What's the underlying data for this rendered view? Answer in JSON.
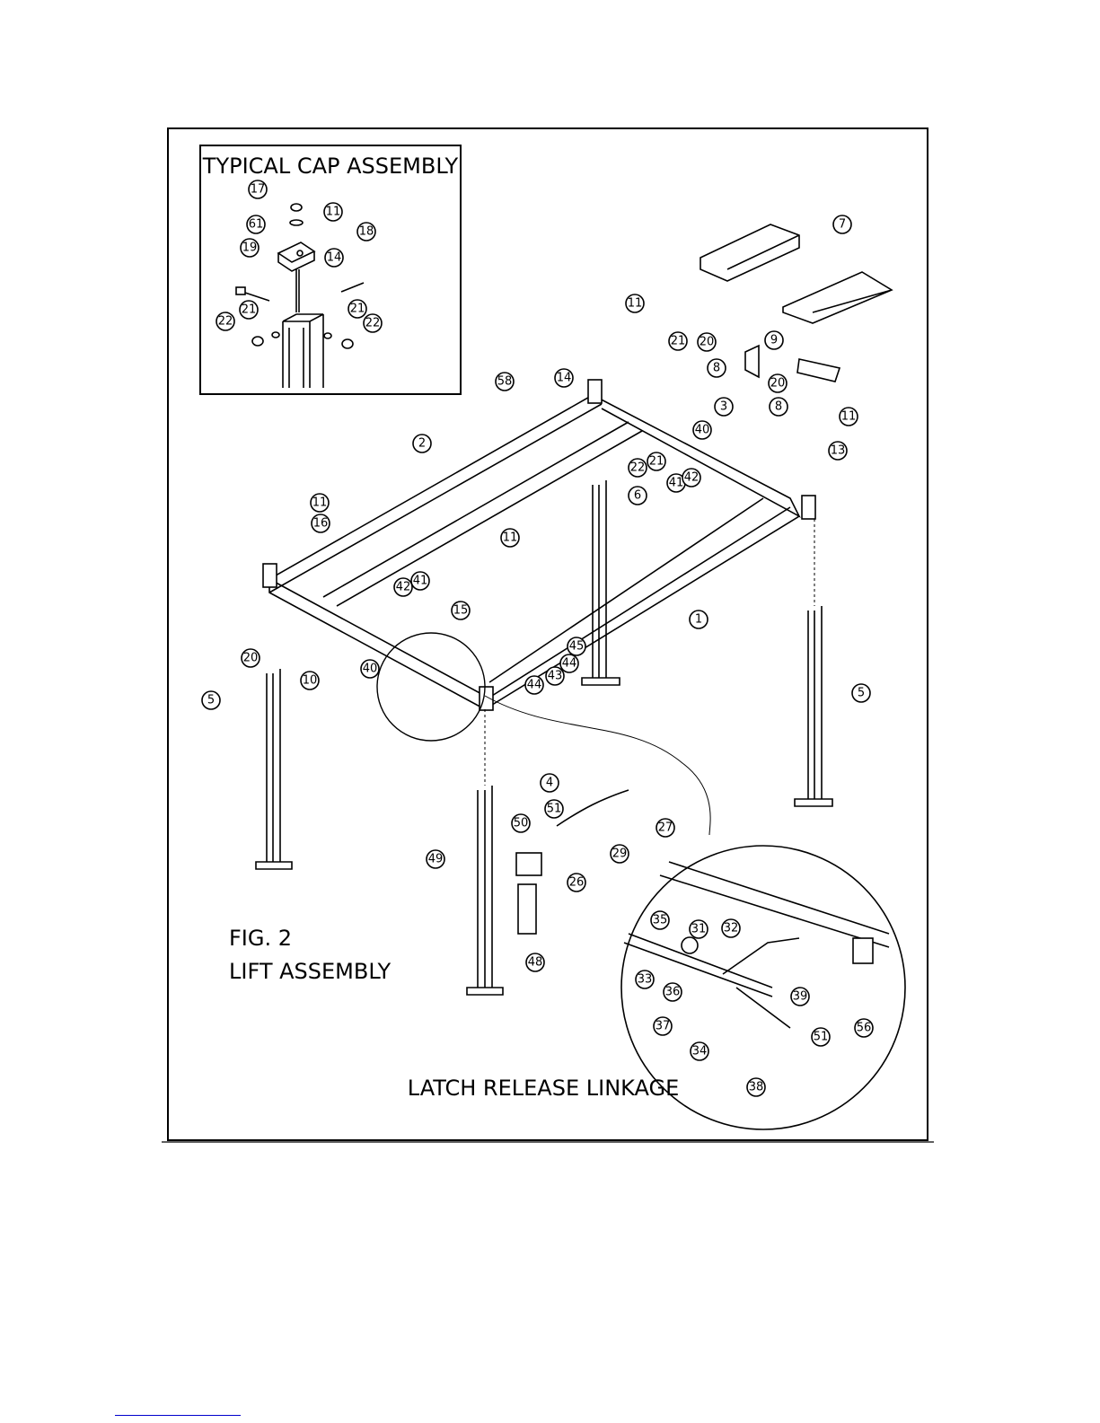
{
  "inset_title": "TYPICAL CAP ASSEMBLY",
  "fig_label": "FIG. 2",
  "fig_title": "LIFT ASSEMBLY",
  "detail_title": "LATCH RELEASE LINKAGE",
  "callouts": [
    "17",
    "61",
    "11",
    "19",
    "18",
    "14",
    "21",
    "22",
    "21",
    "22",
    "7",
    "11",
    "14",
    "21",
    "20",
    "9",
    "8",
    "58",
    "20",
    "8",
    "11",
    "3",
    "40",
    "13",
    "2",
    "22",
    "21",
    "41",
    "42",
    "6",
    "11",
    "16",
    "11",
    "15",
    "1",
    "42",
    "41",
    "10",
    "20",
    "40",
    "45",
    "44",
    "43",
    "44",
    "5",
    "5",
    "4",
    "51",
    "27",
    "50",
    "29",
    "49",
    "26",
    "48",
    "35",
    "31",
    "32",
    "33",
    "36",
    "39",
    "37",
    "34",
    "51",
    "56",
    "38"
  ]
}
